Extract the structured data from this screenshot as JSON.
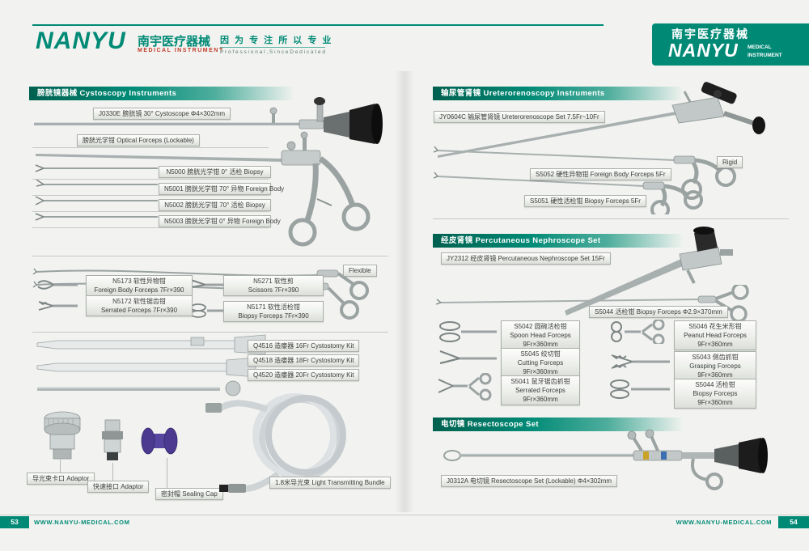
{
  "header": {
    "logo": "NANYU",
    "logo_cn": "南宇医疗器械",
    "logo_sub": "MEDICAL   INSTRUMENT",
    "slogan_cn": "因 为 专 注   所 以 专 业",
    "slogan_en": "P r o f e s s i o n a l ,   S i n c e   D e d i c a t e d",
    "brand_cn": "南宇医疗器械",
    "brand_name": "NANYU",
    "brand_sub1": "MEDICAL",
    "brand_sub2": "INSTRUMENT"
  },
  "footer": {
    "page_left": "53",
    "page_right": "54",
    "site": "WWW.NANYU-MEDICAL.COM"
  },
  "sections": {
    "cystoscopy": "膀胱镜器械  Cystoscopy Instruments",
    "uretero": "输尿管肾镜 Ureterorenoscopy Instruments",
    "nephro": "经皮肾镜 Percutaneous Nephroscope Set",
    "resecto": "电切镜   Resectoscope Set"
  },
  "cysto": {
    "scope": "J0330E 膀胱镜 30°  Cystoscope  Φ4×302mm",
    "optical": "膀胱光学钳 Optical Forceps (Lockable)",
    "n5000": "N5000 膀胱光学钳  0°  活检 Biopsy",
    "n5001": "N5001 膀胱光学钳 70°  异物 Foreign Body",
    "n5002": "N5002 膀胱光学钳 70°  活检 Biopsy",
    "n5003": "N5003 膀胱光学钳  0°  异物 Foreign Body",
    "flexible": "Flexible",
    "n5173_l1": "N5173 软性异物钳",
    "n5173_l2": "Foreign Body Forceps 7Fr×390",
    "n5271_l1": "N5271 软性剪",
    "n5271_l2": "Scissors 7Fr×390",
    "n5172_l1": "N5172 软性锯齿钳",
    "n5172_l2": "Serrated Forceps 7Fr×390",
    "n5171_l1": "N5171 软性活检钳",
    "n5171_l2": "Biopsy Forceps 7Fr×390",
    "q4516": "Q4516 造瘘器 16Fr Cystostomy Kit",
    "q4518": "Q4518 造瘘器 18Fr Cystostomy Kit",
    "q4520": "Q4520 造瘘器 20Fr Cystostomy Kit",
    "adaptor1": "导光束卡口 Adaptor",
    "adaptor2": "快速接口 Adaptor",
    "sealing_cap": "密封帽 Sealing Cap",
    "light_bundle": "1.8米导光束  Light Transmitting Bundle"
  },
  "uretero": {
    "set": "JY0604C 输尿管肾镜 Ureterorenoscope Set 7.5Fr~10Fr",
    "rigid": "Rigid",
    "s5052": "S5052 硬性异物钳 Foreign Body Forceps 5Fr",
    "s5051": "S5051 硬性活检钳 Biopsy Forceps 5Fr"
  },
  "nephro": {
    "set": "JY2312 经皮肾镜 Percutaneous Nephroscope Set 15Fr",
    "s5044_big": "S5044 活检钳 Biopsy Forceps  Φ2.9×370mm",
    "grid": {
      "s5042_l1": "S5042 圆碗活检钳",
      "s5042_l2": "Spoon Head Forceps",
      "s5042_l3": "9Fr×360mm",
      "s5046_l1": "S5046 花生米形钳",
      "s5046_l2": "Peanut Head Forceps",
      "s5046_l3": "9Fr×360mm",
      "s5045_l1": "S5045 绞切钳",
      "s5045_l2": "Cutting Forceps",
      "s5045_l3": "9Fr×360mm",
      "s5043_l1": "S5043 侧齿抓钳",
      "s5043_l2": "Grasping Forceps",
      "s5043_l3": "9Fr×360mm",
      "s5041_l1": "S5041 鼠牙锯齿抓钳",
      "s5041_l2": "Serrated Forceps",
      "s5041_l3": "9Fr×360mm",
      "s5044_l1": "S5044 活检钳",
      "s5044_l2": "Biopsy Forceps",
      "s5044_l3": "9Fr×360mm"
    }
  },
  "resecto": {
    "set": "J0312A 电切镜 Resectoscope Set (Lockable)  Φ4×302mm"
  }
}
